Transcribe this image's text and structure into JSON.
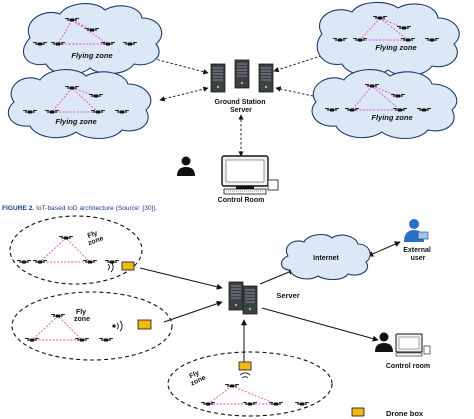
{
  "top_diagram": {
    "flying_zones": [
      "Flying zone",
      "Flying zone",
      "Flying zone",
      "Flying zone"
    ],
    "ground_station_label": "Ground Station\nServer",
    "control_room_label": "Control Room"
  },
  "caption": {
    "figure": "FIGURE 2.",
    "text": "IoT-based IoD architecture (Source: [30])."
  },
  "bottom_diagram": {
    "zones": [
      "Fly\nzone",
      "Fly\nzone",
      "Fly\nzone"
    ],
    "internet_label": "Internet",
    "external_user_label": "External\nuser",
    "server_label": "Server",
    "control_room_label": "Control room",
    "legend_label": "Drone box"
  },
  "colors": {
    "cloud_fill": "#dde8f7",
    "cloud_stroke": "#1d3a6e",
    "link_pink": "#e64fd0",
    "drone_box": "#f2b81a",
    "external_user": "#2a6fc7"
  }
}
